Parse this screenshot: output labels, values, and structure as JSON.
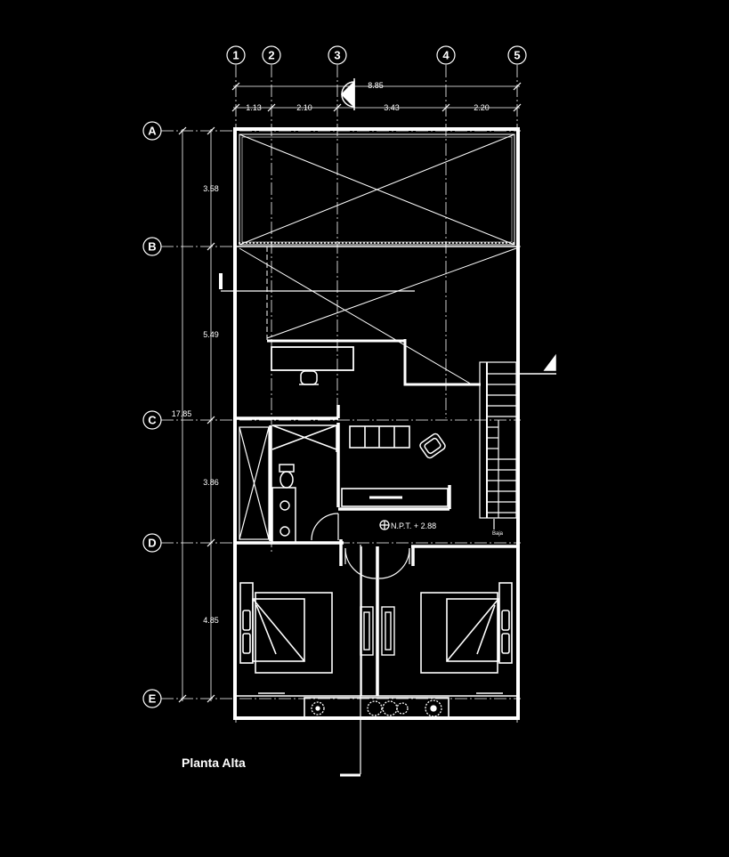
{
  "drawing": {
    "title": "Planta Alta",
    "level_label": "N.P.T. + 2.88",
    "stair_label": "Baja"
  },
  "grid": {
    "columns": [
      "1",
      "2",
      "3",
      "4",
      "5"
    ],
    "rows": [
      "A",
      "B",
      "C",
      "D",
      "E"
    ]
  },
  "dimensions": {
    "overall_width": "8.85",
    "overall_length": "17.85",
    "horizontal": [
      "1.13",
      "2.10",
      "3.43",
      "2.20"
    ],
    "vertical": [
      "3.58",
      "5.49",
      "3.86",
      "4.85"
    ]
  },
  "colors": {
    "background": "#000000",
    "line": "#ffffff"
  }
}
